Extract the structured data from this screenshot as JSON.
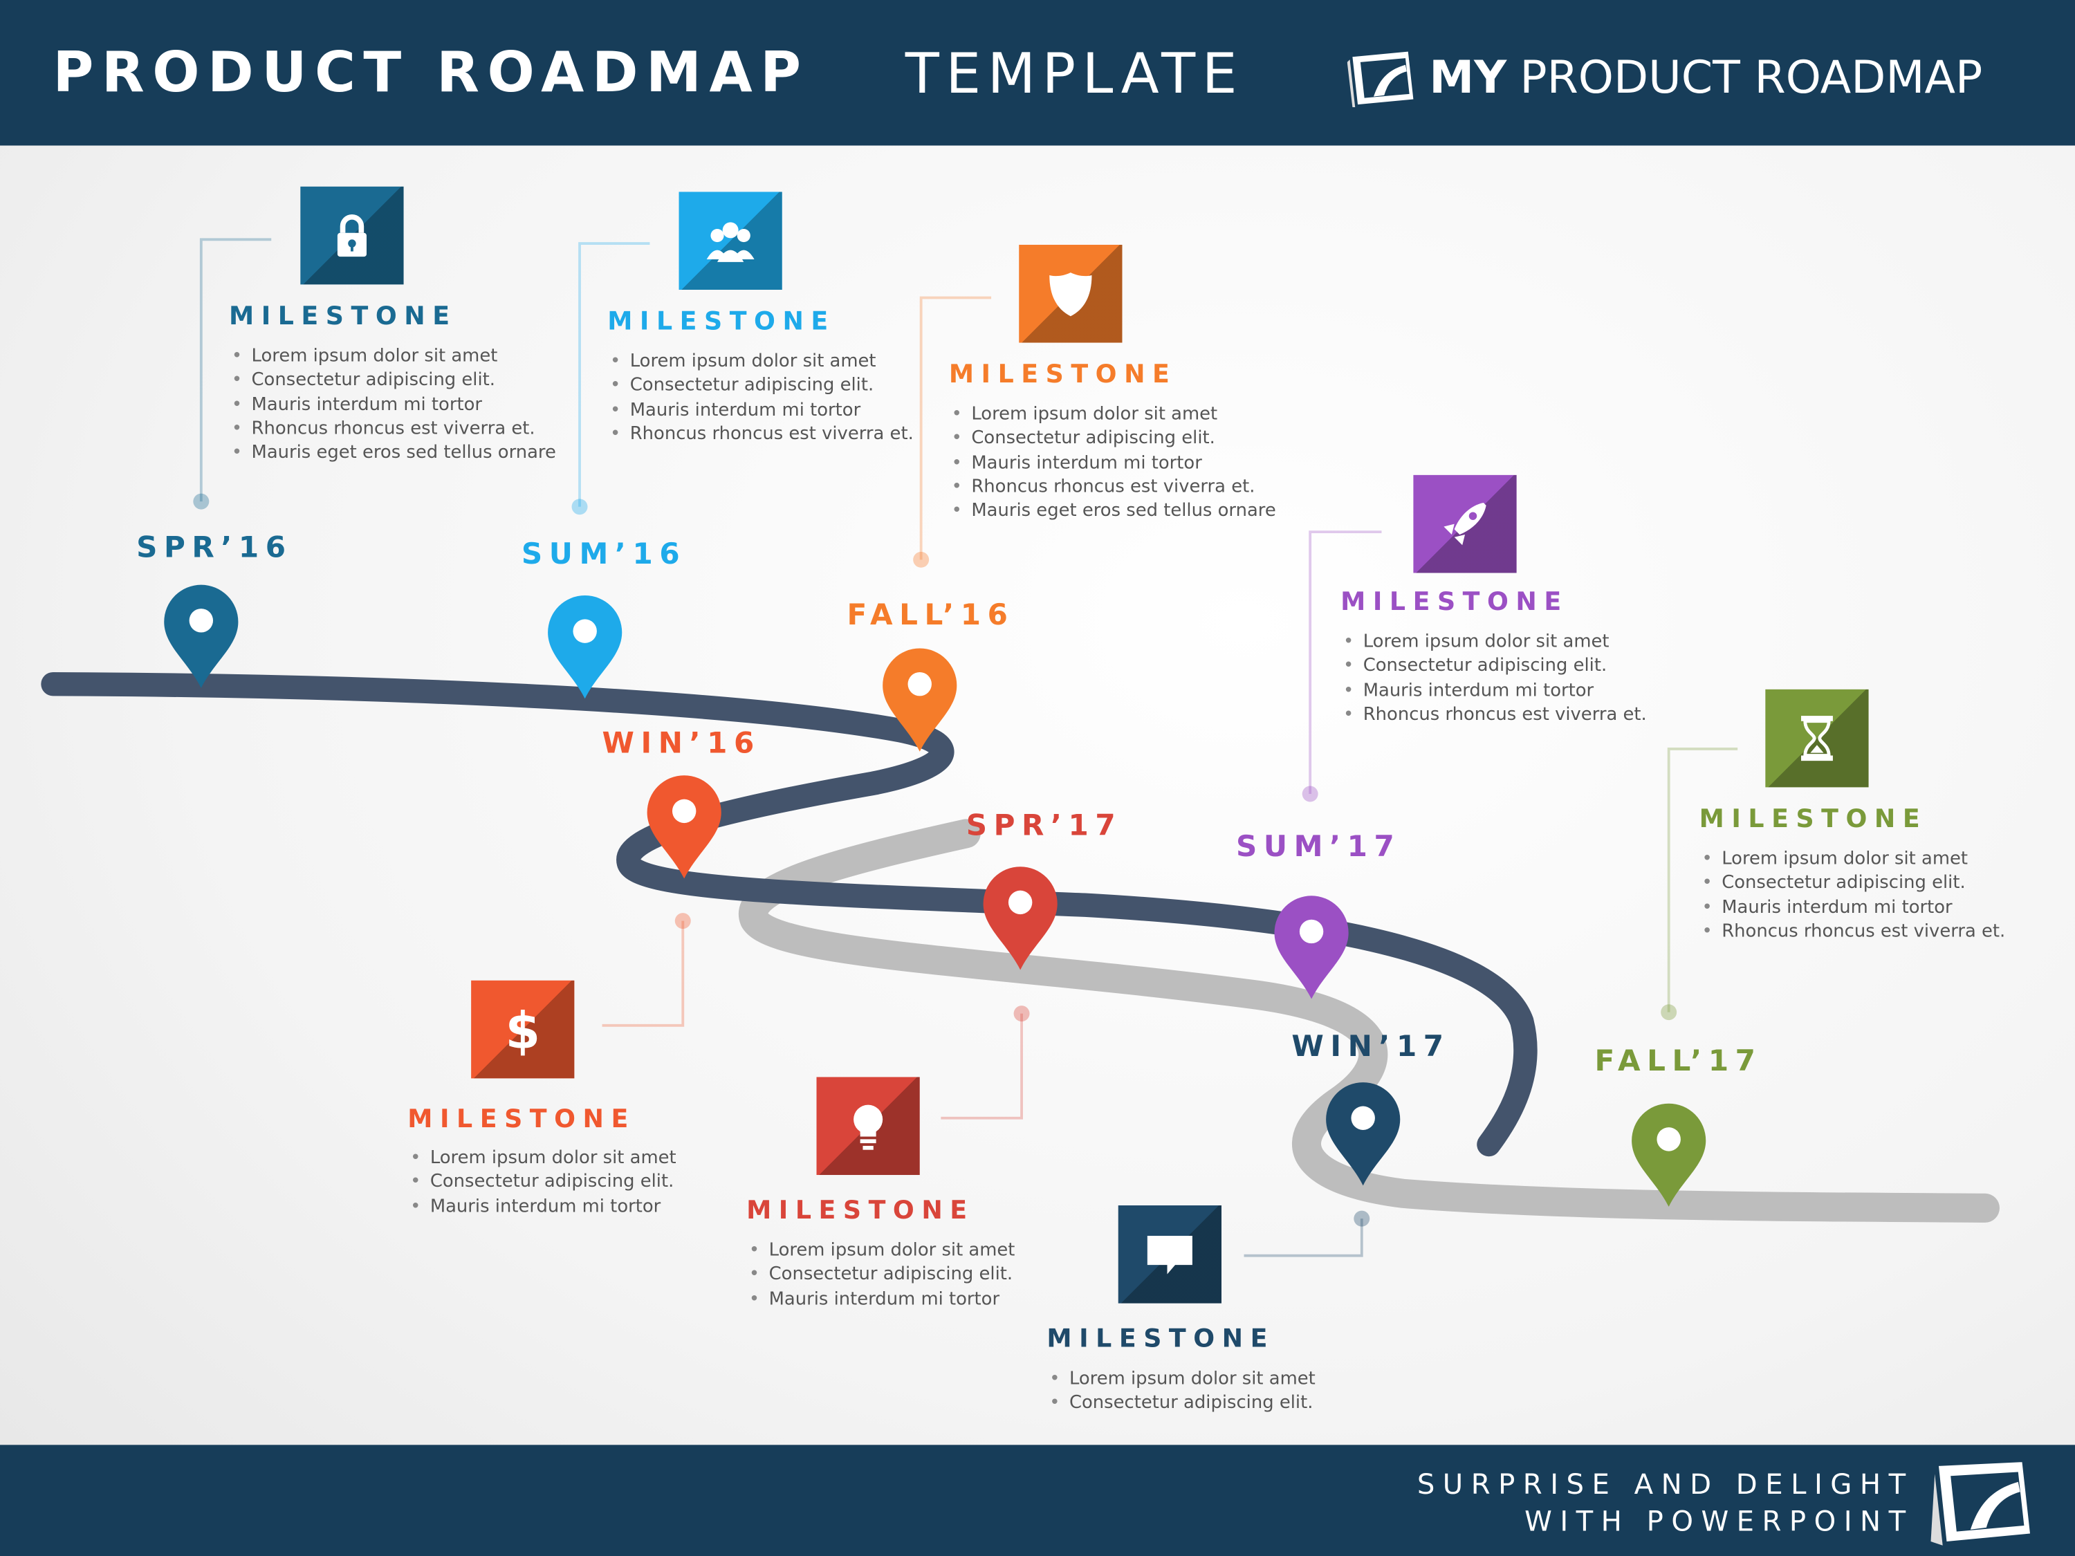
{
  "header": {
    "title_bold": "PRODUCT ROADMAP",
    "title_light": "TEMPLATE",
    "brand_bold": "MY",
    "brand_rest": "PRODUCT  ROADMAP"
  },
  "footer": {
    "line1": "SURPRISE AND DELIGHT",
    "line2": "WITH POWERPOINT"
  },
  "seasons": [
    {
      "label": "SPR’16",
      "color": "#1a6a92"
    },
    {
      "label": "SUM’16",
      "color": "#1eaaea"
    },
    {
      "label": "FALL’16",
      "color": "#f57c2a"
    },
    {
      "label": "WIN’16",
      "color": "#f0582f"
    },
    {
      "label": "SPR’17",
      "color": "#d9453a"
    },
    {
      "label": "SUM’17",
      "color": "#9b50c4"
    },
    {
      "label": "WIN’17",
      "color": "#1f4a6a"
    },
    {
      "label": "FALL’17",
      "color": "#7a9a3a"
    }
  ],
  "milestones": [
    {
      "title": "MILESTONE",
      "icon": "lock-icon",
      "color": "#1a6a92",
      "bullets": [
        "Lorem ipsum dolor sit amet",
        "Consectetur adipiscing elit.",
        "Mauris interdum mi tortor",
        "Rhoncus rhoncus est viverra et.",
        "Mauris eget eros sed tellus ornare"
      ]
    },
    {
      "title": "MILESTONE",
      "icon": "people-icon",
      "color": "#1eaaea",
      "bullets": [
        "Lorem ipsum dolor sit amet",
        "Consectetur adipiscing elit.",
        "Mauris interdum mi tortor",
        "Rhoncus rhoncus est viverra et."
      ]
    },
    {
      "title": "MILESTONE",
      "icon": "shield-icon",
      "color": "#f57c2a",
      "bullets": [
        "Lorem ipsum dolor sit amet",
        "Consectetur adipiscing elit.",
        "Mauris interdum mi tortor",
        "Rhoncus rhoncus est viverra et.",
        "Mauris eget eros sed tellus ornare"
      ]
    },
    {
      "title": "MILESTONE",
      "icon": "dollar-icon",
      "color": "#f0582f",
      "bullets": [
        "Lorem ipsum dolor sit amet",
        "Consectetur adipiscing elit.",
        "Mauris interdum mi tortor"
      ]
    },
    {
      "title": "MILESTONE",
      "icon": "lightbulb-icon",
      "color": "#d9453a",
      "bullets": [
        "Lorem ipsum dolor sit amet",
        "Consectetur adipiscing elit.",
        "Mauris interdum mi tortor"
      ]
    },
    {
      "title": "MILESTONE",
      "icon": "rocket-icon",
      "color": "#9b50c4",
      "bullets": [
        "Lorem ipsum dolor sit amet",
        "Consectetur adipiscing elit.",
        "Mauris interdum mi tortor",
        "Rhoncus rhoncus est viverra et."
      ]
    },
    {
      "title": "MILESTONE",
      "icon": "chat-bubble-icon",
      "color": "#1f4a6a",
      "bullets": [
        "Lorem ipsum dolor sit amet",
        "Consectetur adipiscing elit."
      ]
    },
    {
      "title": "MILESTONE",
      "icon": "hourglass-icon",
      "color": "#7a9a3a",
      "bullets": [
        "Lorem ipsum dolor sit amet",
        "Consectetur adipiscing elit.",
        "Mauris interdum mi tortor",
        "Rhoncus rhoncus est viverra et."
      ]
    }
  ]
}
